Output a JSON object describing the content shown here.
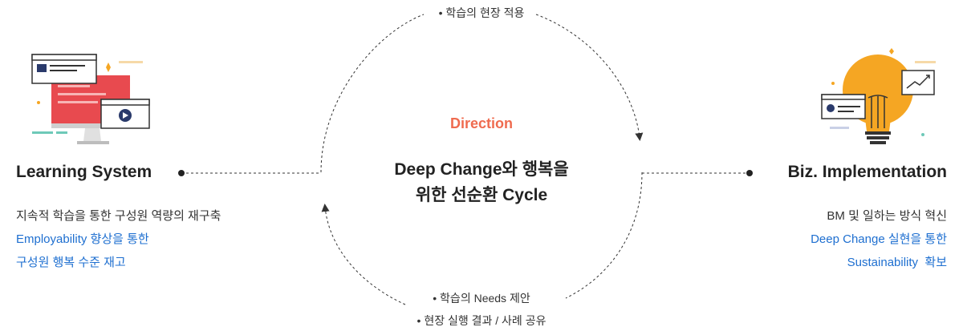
{
  "cycle": {
    "top_note": "• 학습의 현장 적용",
    "bottom_notes": [
      "• 학습의 Needs 제안",
      "• 현장 실행 결과 / 사례 공유"
    ],
    "center_label": "Direction",
    "center_title_lines": [
      "Deep Change와 행복을",
      "위한 선순환 Cycle"
    ]
  },
  "left": {
    "title": "Learning System",
    "description": "지속적 학습을 통한 구성원 역량의 재구축",
    "highlight_lines": [
      "Employability 향상을 통한",
      "구성원 행복 수준 재고"
    ]
  },
  "right": {
    "title": "Biz. Implementation",
    "description": "BM 및 일하는 방식 혁신",
    "highlight_lines": [
      "Deep Change 실현을 통한",
      "Sustainability  확보"
    ]
  },
  "colors": {
    "accent": "#ef6b4f",
    "highlight": "#1e6fd0",
    "text": "#222222",
    "bulb": "#f5a623",
    "screen_red": "#e84a4f"
  },
  "icons": {
    "left": "laptop-screens-illustration",
    "right": "lightbulb-illustration"
  }
}
